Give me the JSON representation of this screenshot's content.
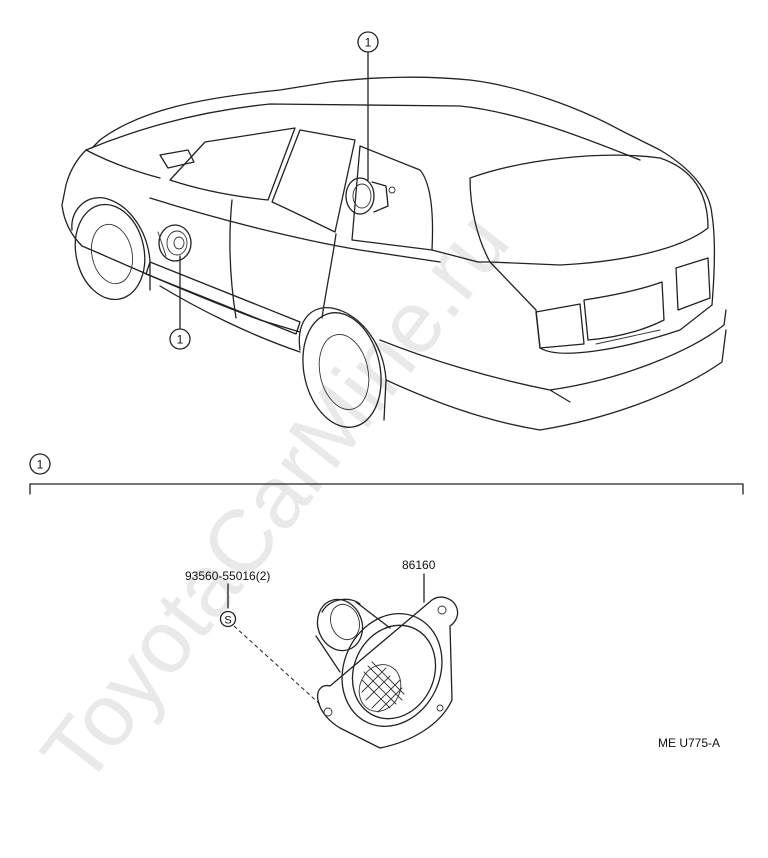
{
  "diagram": {
    "watermark": "ToyotaCarMine.ru",
    "callout_number": "1",
    "section_marker": "1",
    "part_bolt": "93560-55016(2)",
    "part_speaker": "86160",
    "bolt_symbol": "S",
    "figure_code": "ME U775-A"
  }
}
